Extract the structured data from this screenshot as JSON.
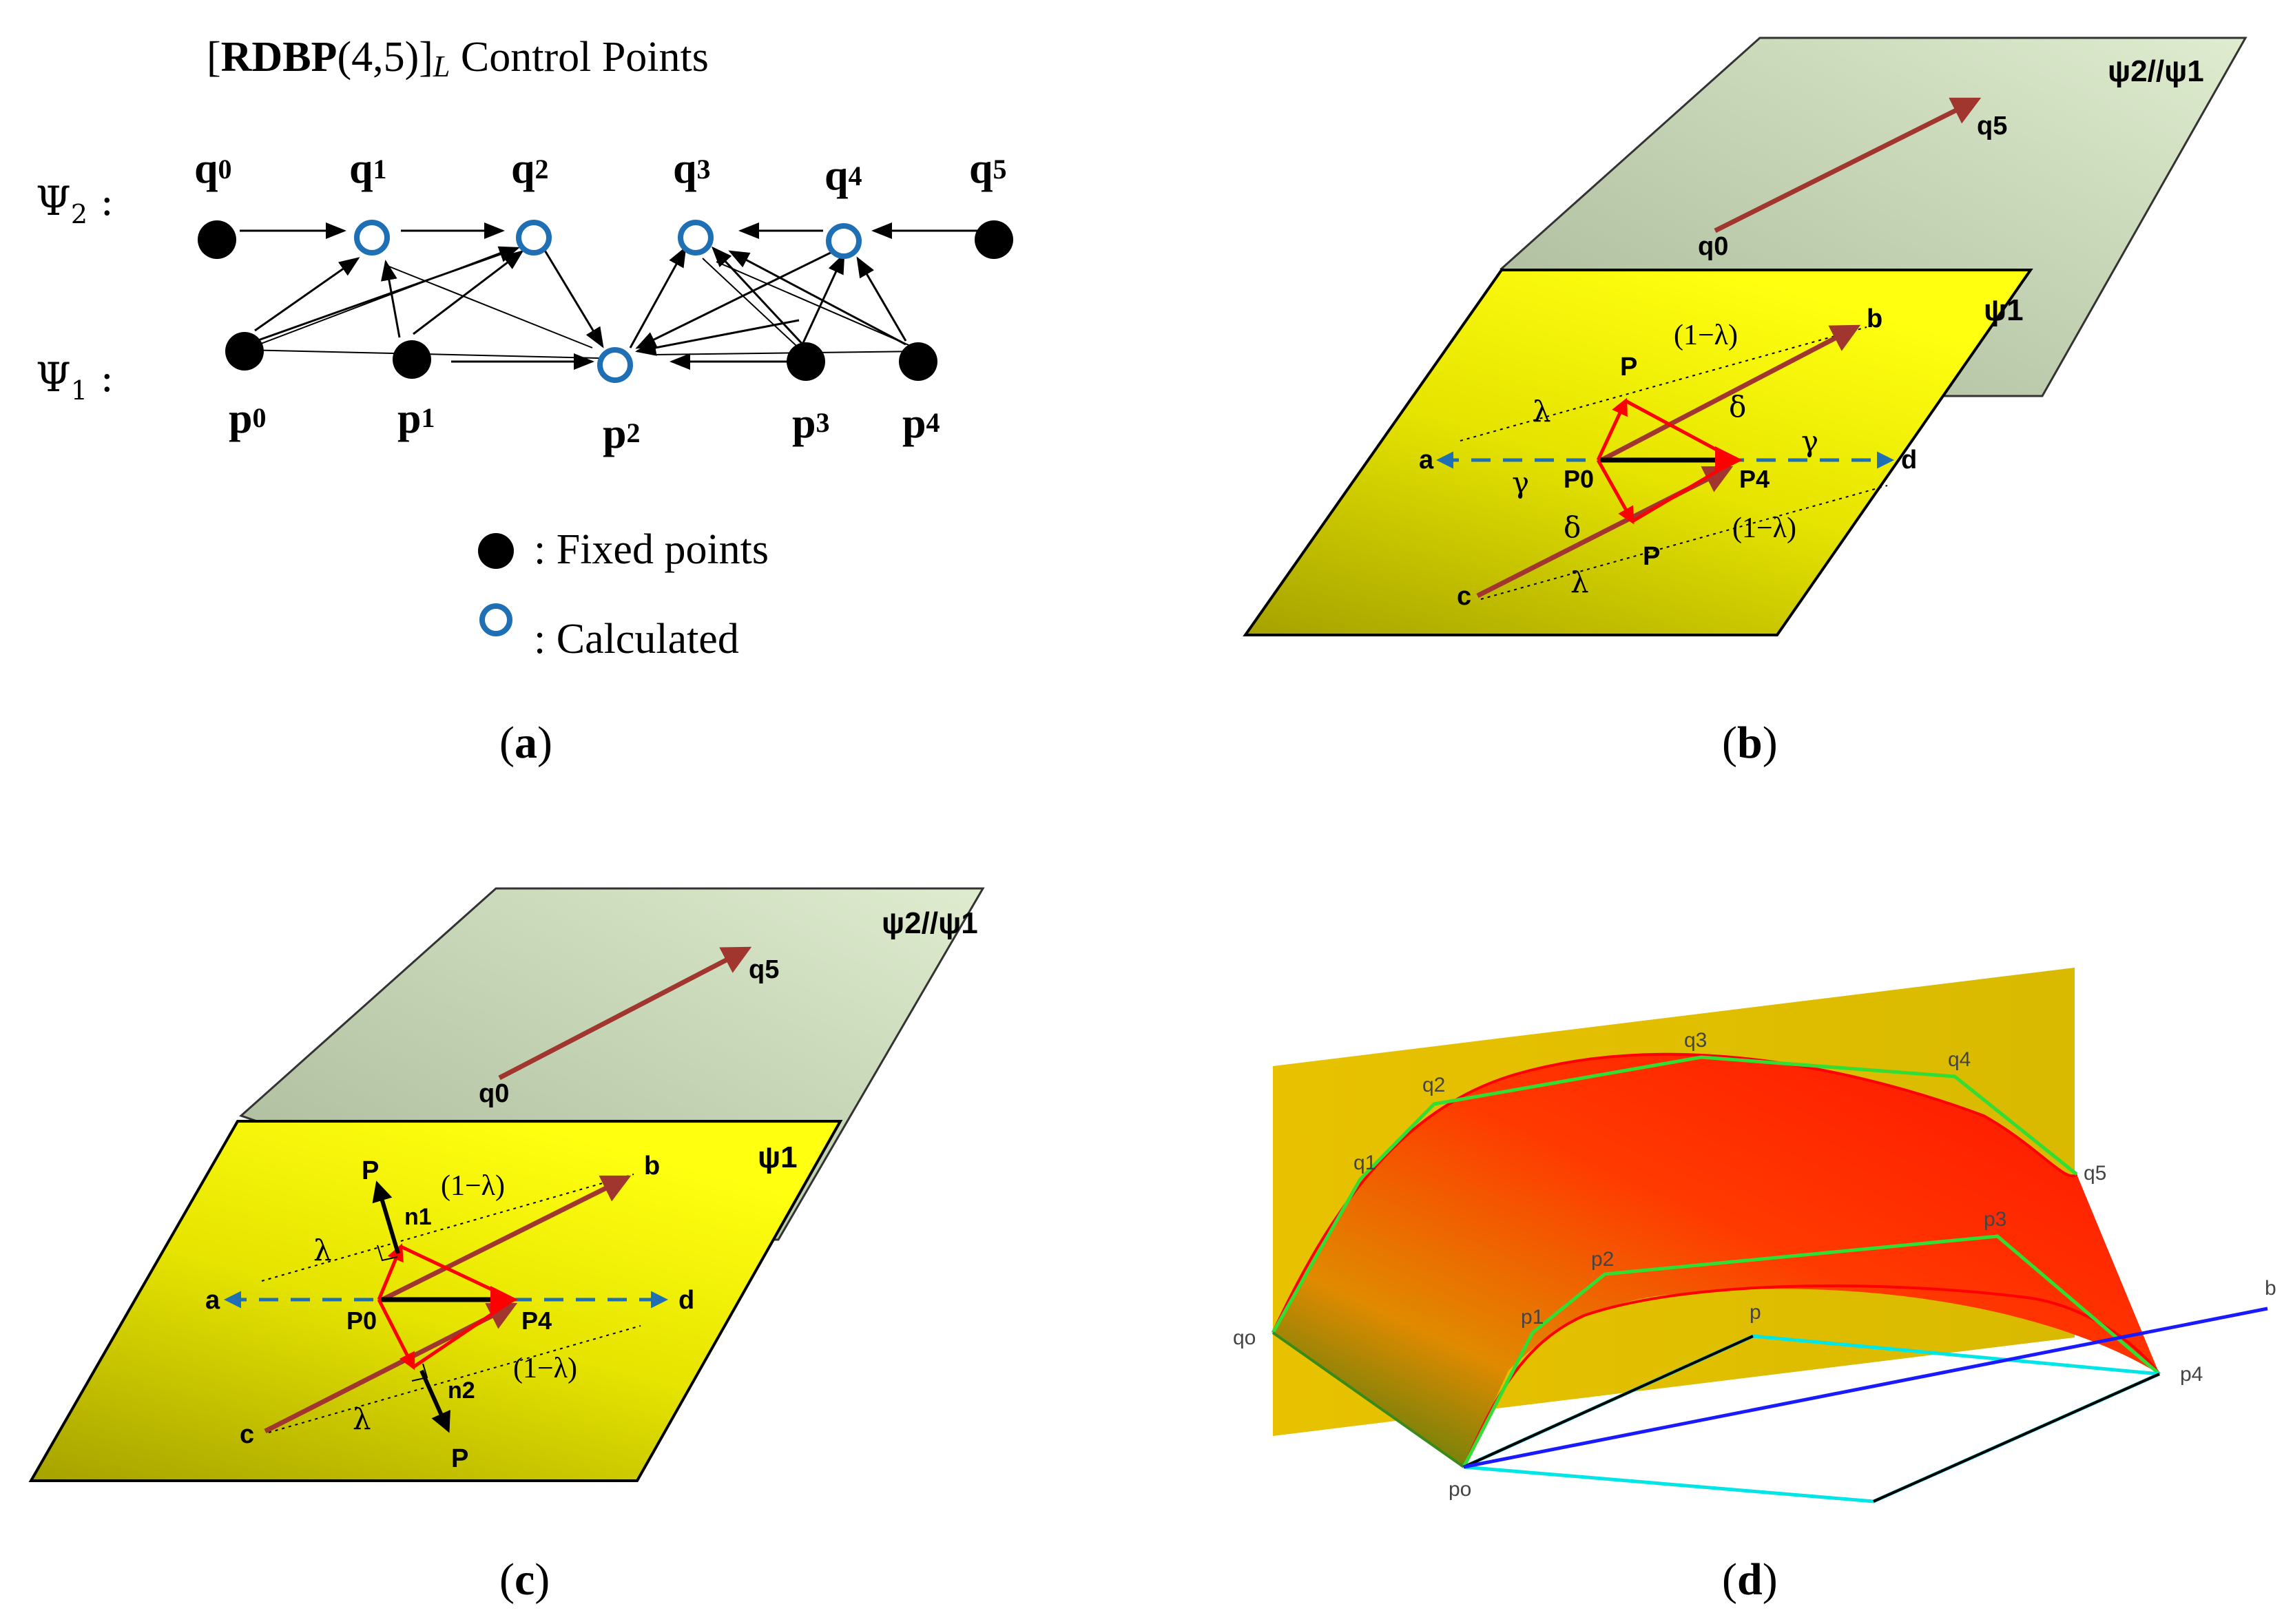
{
  "panel_a": {
    "title_open": "[",
    "title_bold": "RDBP",
    "title_args": "(4,5)]",
    "title_sub": "L",
    "title_rest": " Control Points",
    "row2_label": "Ψ",
    "row2_sub": "2",
    "row2_colon": " :",
    "row1_label": "Ψ",
    "row1_sub": "1",
    "row1_colon": " :",
    "q_letter": "q",
    "q_subs": [
      "0",
      "1",
      "2",
      "3",
      "4",
      "5"
    ],
    "p_letter": "p",
    "p_subs": [
      "0",
      "1",
      "2",
      "3",
      "4"
    ],
    "legend_fixed": ": Fixed points",
    "legend_calc": ": Calculated",
    "caption": "a"
  },
  "panel_b": {
    "plane2_label": "ψ2//ψ1",
    "plane1_label": "ψ1",
    "q5": "q5",
    "q0": "q0",
    "a": "a",
    "b": "b",
    "c": "c",
    "d": "d",
    "P_top": "P",
    "P_bottom": "P",
    "P0": "P0",
    "P4": "P4",
    "lambda_top": "λ",
    "one_minus_lambda_top": "(1−λ)",
    "delta_top": "δ",
    "gamma_left": "γ",
    "gamma_right": "γ",
    "delta_bottom": "δ",
    "one_minus_lambda_bottom": "(1−λ)",
    "lambda_bottom": "λ",
    "caption": "b"
  },
  "panel_c": {
    "plane2_label": "ψ2//ψ1",
    "plane1_label": "ψ1",
    "q5": "q5",
    "q0": "q0",
    "a": "a",
    "b": "b",
    "c": "c",
    "d": "d",
    "P_top": "P",
    "P_bottom": "P",
    "n1": "n1",
    "n2": "n2",
    "P0": "P0",
    "P4": "P4",
    "lambda_top": "λ",
    "one_minus_lambda_top": "(1−λ)",
    "one_minus_lambda_bottom": "(1−λ)",
    "lambda_bottom": "λ",
    "caption": "c"
  },
  "panel_d": {
    "labels": [
      "qo",
      "q1",
      "q2",
      "q3",
      "q4",
      "q5",
      "po",
      "p1",
      "p2",
      "p3",
      "p4",
      "p",
      "b"
    ],
    "caption": "d"
  },
  "colors": {
    "blue_ring": "#1f6fb5",
    "arrow_brown": "#a0362e",
    "red": "#ff0000",
    "plane_green": "#cfdfbd",
    "plane_yellow": "#f2f000"
  }
}
